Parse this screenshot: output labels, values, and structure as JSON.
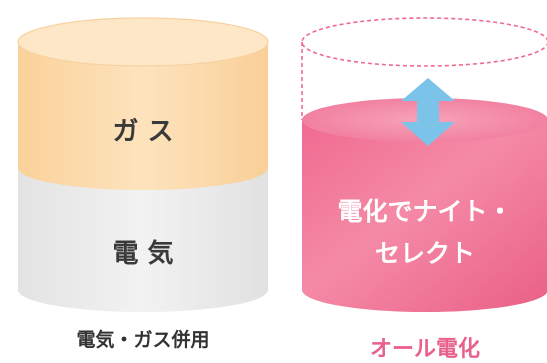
{
  "left_cylinder": {
    "top_segment_label": "ガ ス",
    "bottom_segment_label": "電 気",
    "caption": "電気・ガス併用"
  },
  "right_cylinder": {
    "label_line1": "電化でナイト・",
    "label_line2": "セレクト",
    "caption": "オール電化"
  },
  "colors": {
    "gas": "#fbd9a8",
    "gas_top": "#fde6c2",
    "electric": "#ececec",
    "allelectric": "#ef6f93",
    "allelectric_top": "#f591ad",
    "arrow": "#7cc3ea",
    "dashed_outline": "#ee6b8d",
    "left_caption": "#333333",
    "right_caption": "#e9608a"
  },
  "icons": {
    "arrow": "double-headed-vertical-arrow"
  }
}
